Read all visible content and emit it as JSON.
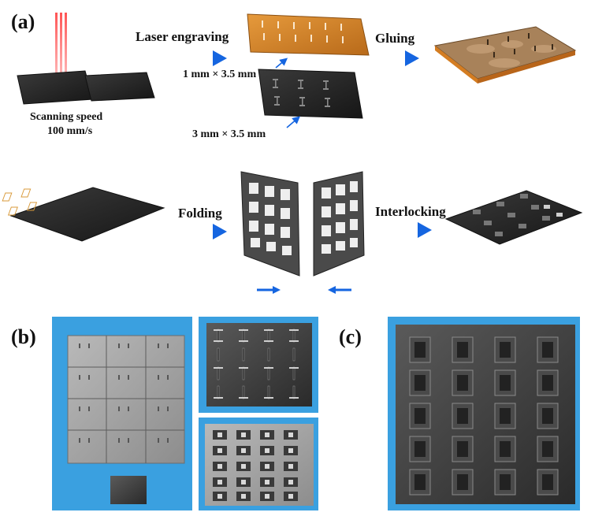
{
  "panel_labels": {
    "a": "(a)",
    "b": "(b)",
    "c": "(c)"
  },
  "steps": {
    "laser_engraving": "Laser engraving",
    "gluing": "Gluing",
    "folding": "Folding",
    "interlocking": "Interlocking"
  },
  "dimensions": {
    "slot_small": "1 mm × 3.5 mm",
    "slot_large": "3 mm × 3.5 mm"
  },
  "scan": {
    "line1": "Scanning speed",
    "line2": "100 mm/s"
  },
  "colors": {
    "arrow_blue": "#1565e0",
    "photo_bg_blue": "#3aa0e0",
    "laser_red": "#e02020",
    "copper": "#d2862e",
    "dark_sheet": "#2b2b2b"
  }
}
